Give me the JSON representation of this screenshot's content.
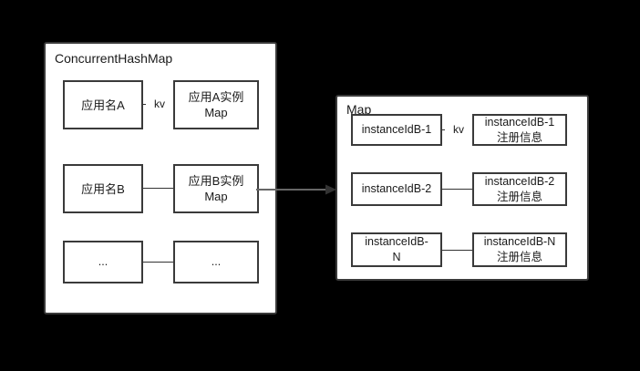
{
  "diagram": {
    "background_color": "#000000",
    "box_fill": "#ffffff",
    "box_stroke": "#3a3a3a",
    "connector_color": "#333333",
    "arrow_color": "#666666",
    "containers": [
      {
        "id": "concurrent-hash-map",
        "title": "ConcurrentHashMap",
        "rows": [
          {
            "key": "应用名A",
            "value": "应用A实例\nMap",
            "edge_label": "kv"
          },
          {
            "key": "应用名B",
            "value": "应用B实例\nMap",
            "edge_label": ""
          },
          {
            "key": "...",
            "value": "...",
            "edge_label": ""
          }
        ]
      },
      {
        "id": "map",
        "title": "Map",
        "rows": [
          {
            "key": "instanceIdB-1",
            "value": "instanceIdB-1\n注册信息",
            "edge_label": "kv"
          },
          {
            "key": "instanceIdB-2",
            "value": "instanceIdB-2\n注册信息",
            "edge_label": ""
          },
          {
            "key": "instanceIdB-\nN",
            "value": "instanceIdB-N\n注册信息",
            "edge_label": ""
          }
        ]
      }
    ],
    "cross_edge": {
      "from": "应用B实例Map",
      "to": "Map",
      "label": ""
    }
  }
}
